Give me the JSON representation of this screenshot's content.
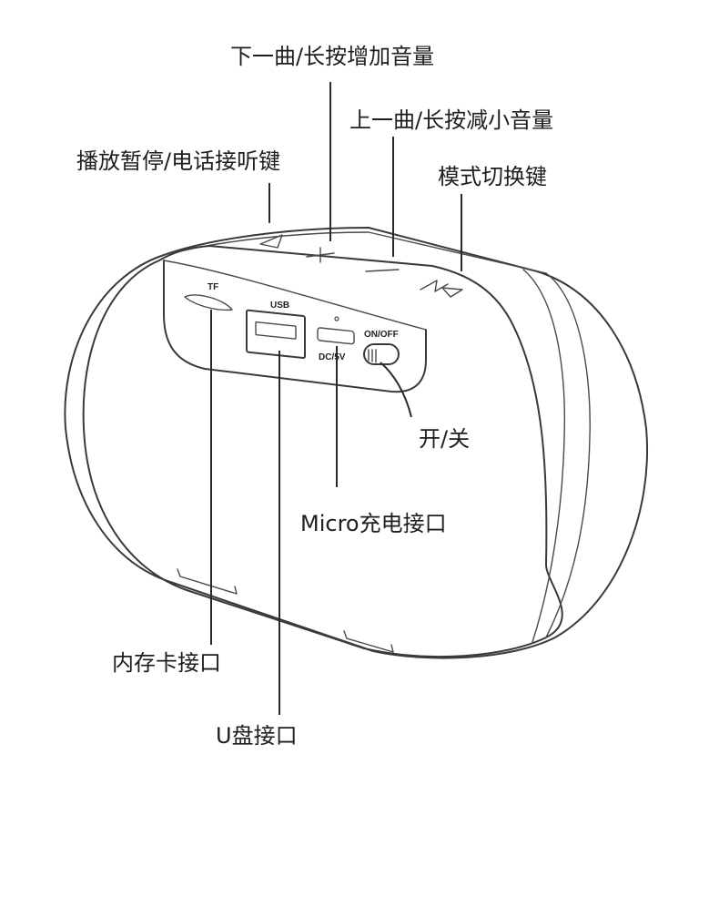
{
  "callouts": {
    "next_track": "下一曲/长按增加音量",
    "prev_track": "上一曲/长按减小音量",
    "play_pause": "播放暂停/电话接听键",
    "mode_switch": "模式切换键",
    "power": "开/关",
    "micro_charge": "Micro充电接口",
    "memory_card": "内存卡接口",
    "usb_drive": "U盘接口"
  },
  "panel_labels": {
    "tf": "TF",
    "usb": "USB",
    "dc": "DC/5V",
    "on_off": "ON/OFF"
  },
  "buttons": {
    "play": "play-pause-icon",
    "plus": "plus-icon",
    "minus": "minus-icon",
    "mode": "mode-icon"
  }
}
